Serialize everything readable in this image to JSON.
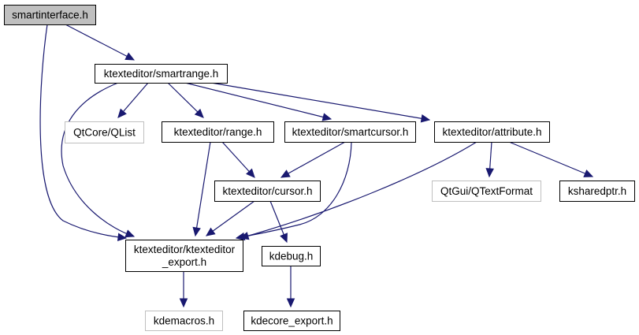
{
  "diagram": {
    "type": "include-dependency-graph",
    "root": "smartinterface.h",
    "colors": {
      "edge": "#191970",
      "root_fill": "#bfbfbf",
      "node_border": "#000000",
      "external_border": "#bfbfbf"
    },
    "nodes": [
      {
        "id": "smartinterface",
        "lines": [
          "smartinterface.h"
        ],
        "style": "root"
      },
      {
        "id": "smartrange",
        "lines": [
          "ktexteditor/smartrange.h"
        ],
        "style": "normal"
      },
      {
        "id": "qlist",
        "lines": [
          "QtCore/QList"
        ],
        "style": "external"
      },
      {
        "id": "range",
        "lines": [
          "ktexteditor/range.h"
        ],
        "style": "normal"
      },
      {
        "id": "smartcursor",
        "lines": [
          "ktexteditor/smartcursor.h"
        ],
        "style": "normal"
      },
      {
        "id": "attribute",
        "lines": [
          "ktexteditor/attribute.h"
        ],
        "style": "normal"
      },
      {
        "id": "cursor",
        "lines": [
          "ktexteditor/cursor.h"
        ],
        "style": "normal"
      },
      {
        "id": "qtextformat",
        "lines": [
          "QtGui/QTextFormat"
        ],
        "style": "external"
      },
      {
        "id": "ksharedptr",
        "lines": [
          "ksharedptr.h"
        ],
        "style": "normal"
      },
      {
        "id": "export",
        "lines": [
          "ktexteditor/ktexteditor",
          "_export.h"
        ],
        "style": "normal"
      },
      {
        "id": "kdebug",
        "lines": [
          "kdebug.h"
        ],
        "style": "normal"
      },
      {
        "id": "kdemacros",
        "lines": [
          "kdemacros.h"
        ],
        "style": "external"
      },
      {
        "id": "kdecore_export",
        "lines": [
          "kdecore_export.h"
        ],
        "style": "normal"
      }
    ],
    "edges": [
      {
        "from": "smartinterface",
        "to": "smartrange"
      },
      {
        "from": "smartinterface",
        "to": "export"
      },
      {
        "from": "smartrange",
        "to": "qlist"
      },
      {
        "from": "smartrange",
        "to": "range"
      },
      {
        "from": "smartrange",
        "to": "smartcursor"
      },
      {
        "from": "smartrange",
        "to": "attribute"
      },
      {
        "from": "smartrange",
        "to": "export"
      },
      {
        "from": "range",
        "to": "cursor"
      },
      {
        "from": "range",
        "to": "export"
      },
      {
        "from": "smartcursor",
        "to": "cursor"
      },
      {
        "from": "smartcursor",
        "to": "export"
      },
      {
        "from": "attribute",
        "to": "qtextformat"
      },
      {
        "from": "attribute",
        "to": "ksharedptr"
      },
      {
        "from": "attribute",
        "to": "export"
      },
      {
        "from": "cursor",
        "to": "export"
      },
      {
        "from": "cursor",
        "to": "kdebug"
      },
      {
        "from": "export",
        "to": "kdemacros"
      },
      {
        "from": "kdebug",
        "to": "kdecore_export"
      }
    ]
  }
}
